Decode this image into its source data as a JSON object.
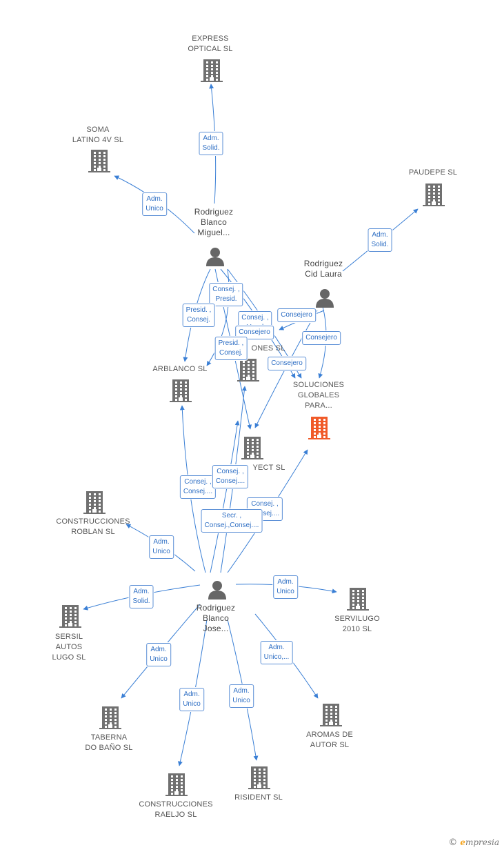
{
  "colors": {
    "edge": "#3a7fd5",
    "building": "#707070",
    "focus": "#f05a28",
    "person": "#666666"
  },
  "people": [
    {
      "id": "p_miguel",
      "label": "Rodriguez\nBlanco\nMiguel..."
    },
    {
      "id": "p_laura",
      "label": "Rodriguez\nCid Laura"
    },
    {
      "id": "p_jose",
      "label": "Rodriguez\nBlanco\nJose..."
    }
  ],
  "companies": [
    {
      "id": "c_express",
      "label": "EXPRESS\nOPTICAL SL"
    },
    {
      "id": "c_soma",
      "label": "SOMA\nLATINO 4V SL"
    },
    {
      "id": "c_paudepe",
      "label": "PAUDEPE SL"
    },
    {
      "id": "c_arblanco",
      "label": "ARBLANCO SL"
    },
    {
      "id": "c_ones",
      "label": "ONES SL"
    },
    {
      "id": "c_soluciones",
      "label": "SOLUCIONES\nGLOBALES\nPARA...",
      "focus": true
    },
    {
      "id": "c_yect",
      "label": "YECT SL"
    },
    {
      "id": "c_roblan",
      "label": "CONSTRUCCIONES\nROBLAN SL"
    },
    {
      "id": "c_servilugo",
      "label": "SERVILUGO\n2010 SL"
    },
    {
      "id": "c_sersil",
      "label": "SERSIL\nAUTOS\nLUGO SL"
    },
    {
      "id": "c_taberna",
      "label": "TABERNA\nDO BAÑO SL"
    },
    {
      "id": "c_aromas",
      "label": "AROMAS DE\nAUTOR SL"
    },
    {
      "id": "c_raeljo",
      "label": "CONSTRUCCIONES\nRAELJO SL"
    },
    {
      "id": "c_risident",
      "label": "RISIDENT SL"
    }
  ],
  "edge_labels": [
    "Adm.\nSolid.",
    "Adm.\nUnico",
    "Adm.\nSolid.",
    "Consej. ,\nPresid.",
    "Presid. ,\nConsej.",
    "Consej. ,\nVocal",
    "Consejero",
    "Consejero",
    "Consejero",
    "Presid. ,\nConsej.",
    "Consejero",
    "Consej. ,\nConsej....",
    "Consej. ,\nConsej....",
    "Consej. ,\nConsej....",
    "Secr. ,\nConsej.,Consej....",
    "Adm.\nUnico",
    "Adm.\nSolid.",
    "Adm.\nUnico",
    "Adm.\nUnico",
    "Adm.\nUnico",
    "Adm.\nUnico",
    "Adm.\nUnico,..."
  ],
  "brand": {
    "copyright": "©",
    "initial": "e",
    "rest": "mpresia"
  }
}
